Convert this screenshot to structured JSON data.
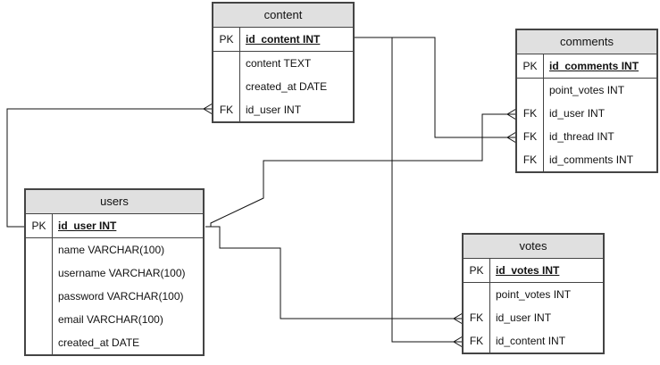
{
  "tables": {
    "content": {
      "title": "content",
      "pk": {
        "key": "PK",
        "field": "id_content INT"
      },
      "rows": [
        {
          "key": "",
          "field": "content TEXT"
        },
        {
          "key": "",
          "field": "created_at DATE"
        },
        {
          "key": "FK",
          "field": "id_user INT"
        }
      ]
    },
    "comments": {
      "title": "comments",
      "pk": {
        "key": "PK",
        "field": "id_comments INT"
      },
      "rows": [
        {
          "key": "",
          "field": "point_votes INT"
        },
        {
          "key": "FK",
          "field": "id_user INT"
        },
        {
          "key": "FK",
          "field": "id_thread INT"
        },
        {
          "key": "FK",
          "field": "id_comments INT"
        }
      ]
    },
    "users": {
      "title": "users",
      "pk": {
        "key": "PK",
        "field": "id_user INT"
      },
      "rows": [
        {
          "key": "",
          "field": "name VARCHAR(100)"
        },
        {
          "key": "",
          "field": "username VARCHAR(100)"
        },
        {
          "key": "",
          "field": "password VARCHAR(100)"
        },
        {
          "key": "",
          "field": "email VARCHAR(100)"
        },
        {
          "key": "",
          "field": "created_at DATE"
        }
      ]
    },
    "votes": {
      "title": "votes",
      "pk": {
        "key": "PK",
        "field": "id_votes INT"
      },
      "rows": [
        {
          "key": "",
          "field": "point_votes INT"
        },
        {
          "key": "FK",
          "field": "id_user INT"
        },
        {
          "key": "FK",
          "field": "id_content INT"
        }
      ]
    }
  },
  "colors": {
    "header": "#e0e0e0",
    "border": "#444444",
    "line": "#111111"
  }
}
